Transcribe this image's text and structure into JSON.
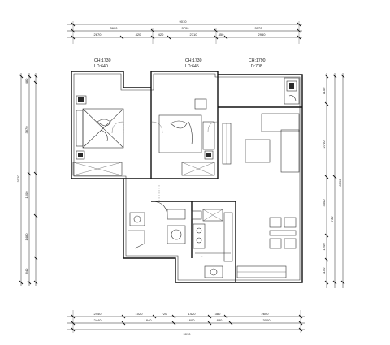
{
  "drawing": {
    "rooms": [
      {
        "id": "room-left",
        "code": "CH:1730",
        "height": "LD:640"
      },
      {
        "id": "room-mid",
        "code": "CH:1730",
        "height": "LD:645"
      },
      {
        "id": "room-right",
        "code": "CH:1790",
        "height": "LD:708"
      }
    ],
    "top_dims": {
      "overall": "9010",
      "segments": [
        "3600",
        "3700",
        "3370"
      ],
      "sub": [
        "2670",
        "420",
        "420",
        "2710",
        "450",
        "2950"
      ]
    },
    "bottom_dims": {
      "overall": "9010",
      "segments": [
        "2440",
        "1020",
        "720",
        "1420",
        "380",
        "2600"
      ],
      "sub": [
        "2440",
        "1840",
        "1600",
        "830",
        "3000"
      ]
    },
    "left_dims": {
      "overall": "3120",
      "segments": [
        "480",
        "3870",
        "1500",
        "1480",
        "640"
      ]
    },
    "right_dims": {
      "overall": "8790",
      "segments": [
        "1100",
        "2700",
        "3000",
        "1200",
        "1100",
        "730"
      ]
    },
    "note": "←        "
  }
}
